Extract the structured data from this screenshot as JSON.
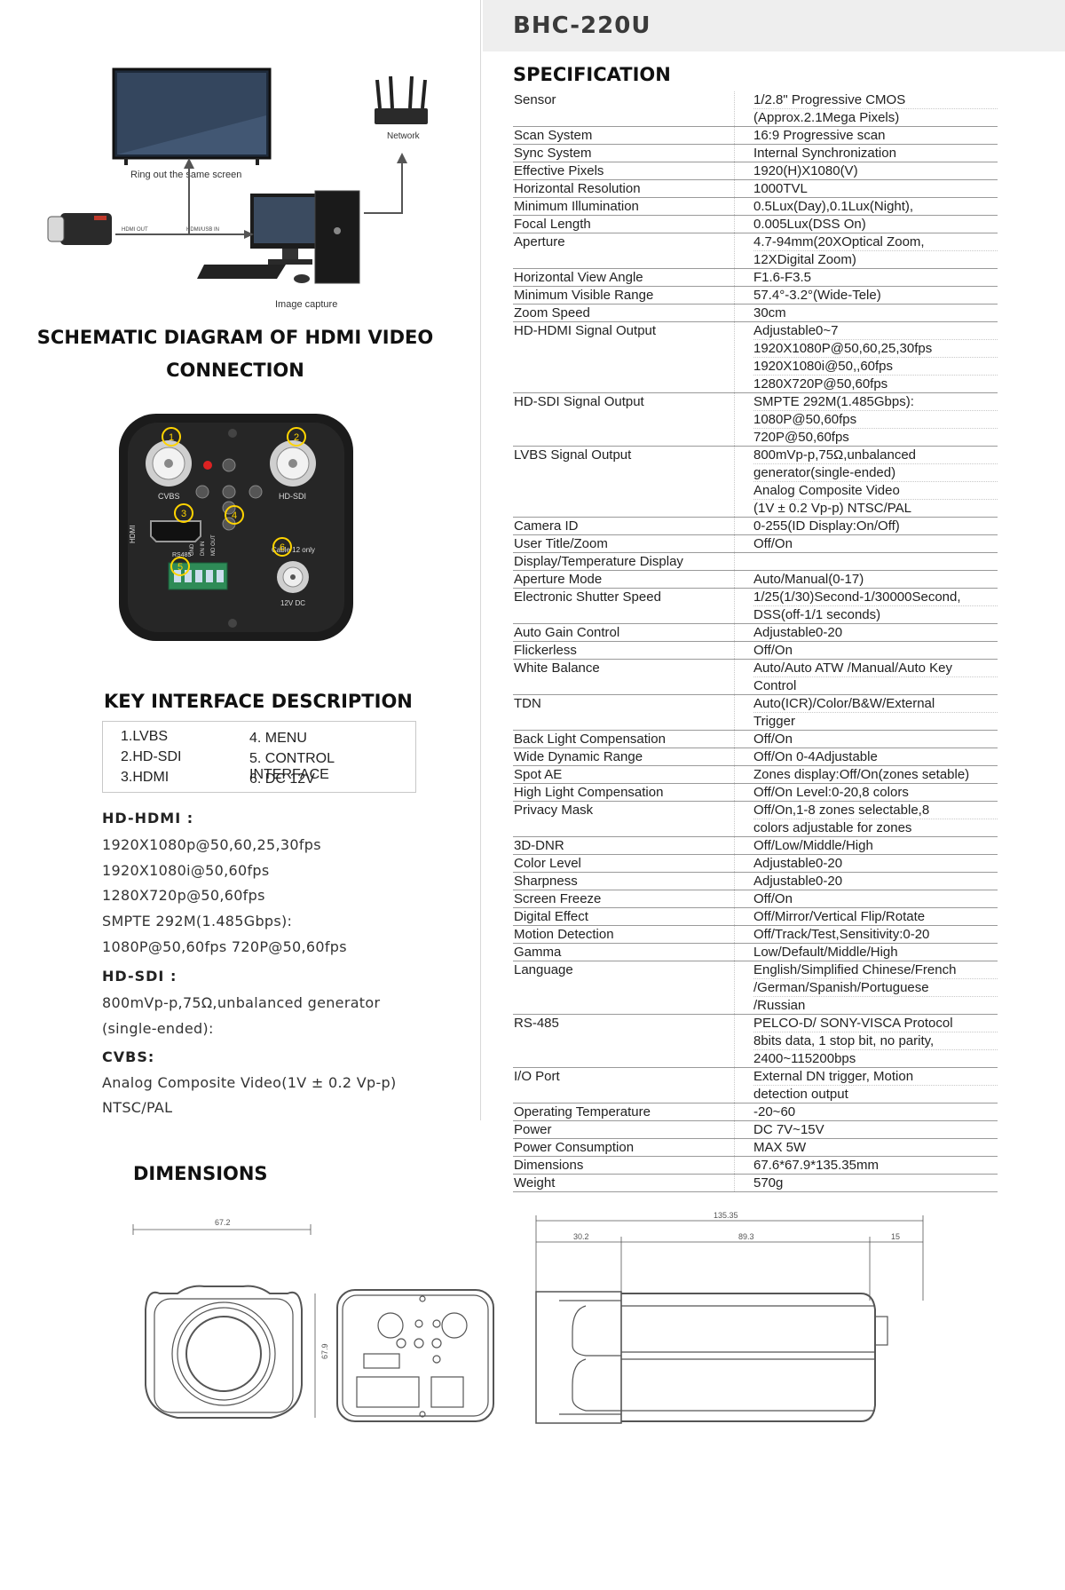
{
  "header": {
    "model": "BHC-220U",
    "spec_title": "SPECIFICATION"
  },
  "schematic": {
    "title_line1": "SCHEMATIC DIAGRAM OF HDMI VIDEO",
    "title_line2": "CONNECTION",
    "label_screen": "Ring out the same screen",
    "label_network": "Network",
    "label_capture": "Image capture",
    "label_hdmi_out": "HDMI OUT",
    "label_hdmi_in": "HDMI/USB IN"
  },
  "rear_panel": {
    "cvbs": "CVBS",
    "hdsdi": "HD-SDI",
    "hdmi": "HDMI",
    "rs485": "RS485",
    "pins": [
      "GND",
      "DN IN",
      "MD OUT"
    ],
    "dc_label": "12V DC",
    "dc_only": "Cable 12 only",
    "callouts": [
      "1",
      "2",
      "3",
      "4",
      "5",
      "6"
    ]
  },
  "key_interface": {
    "title": "KEY INTERFACE DESCRIPTION",
    "left": [
      "1.LVBS",
      "2.HD-SDI",
      "3.HDMI"
    ],
    "right": [
      "4. MENU",
      "5. CONTROL INTERFACE",
      "6. DC 12V"
    ]
  },
  "descriptions": [
    {
      "head": "HD-HDMI :",
      "lines": [
        "1920X1080p@50,60,25,30fps",
        "1920X1080i@50,60fps",
        "1280X720p@50,60fps",
        "SMPTE 292M(1.485Gbps):",
        "1080P@50,60fps 720P@50,60fps"
      ]
    },
    {
      "head": "HD-SDI :",
      "lines": [
        "800mVp-p,75Ω,unbalanced generator",
        "(single-ended):"
      ]
    },
    {
      "head": "CVBS:",
      "lines": [
        "Analog Composite Video(1V ± 0.2 Vp-p)",
        "NTSC/PAL"
      ]
    }
  ],
  "dimensions": {
    "title": "DIMENSIONS",
    "front_width": "67.2",
    "height": "67.9",
    "total_length": "135.35",
    "seg1": "30.2",
    "seg2": "89.3",
    "seg3": "15"
  },
  "specs": [
    {
      "k": "Sensor",
      "v": [
        "1/2.8\" Progressive CMOS",
        "(Approx.2.1Mega Pixels)"
      ]
    },
    {
      "k": "Scan System",
      "v": [
        "16:9 Progressive scan"
      ]
    },
    {
      "k": "Sync System",
      "v": [
        "Internal Synchronization"
      ]
    },
    {
      "k": "Effective Pixels",
      "v": [
        "1920(H)X1080(V)"
      ]
    },
    {
      "k": "Horizontal Resolution",
      "v": [
        "1000TVL"
      ]
    },
    {
      "k": "Minimum Illumination",
      "v": [
        "0.5Lux(Day),0.1Lux(Night),"
      ]
    },
    {
      "k": "Focal Length",
      "v": [
        "0.005Lux(DSS On)"
      ]
    },
    {
      "k": "Aperture",
      "v": [
        "4.7-94mm(20XOptical Zoom,",
        "12XDigital Zoom)"
      ]
    },
    {
      "k": "Horizontal View Angle",
      "v": [
        "F1.6-F3.5"
      ]
    },
    {
      "k": "Minimum Visible Range",
      "v": [
        "57.4°-3.2°(Wide-Tele)"
      ]
    },
    {
      "k": "Zoom Speed",
      "v": [
        "30cm"
      ]
    },
    {
      "k": "HD-HDMI Signal Output",
      "v": [
        "Adjustable0~7",
        "1920X1080P@50,60,25,30fps",
        "1920X1080i@50,,60fps",
        "1280X720P@50,60fps"
      ]
    },
    {
      "k": "HD-SDI Signal Output",
      "v": [
        "SMPTE 292M(1.485Gbps):",
        "1080P@50,60fps",
        "720P@50,60fps"
      ]
    },
    {
      "k": "LVBS Signal Output",
      "v": [
        "800mVp-p,75Ω,unbalanced",
        "generator(single-ended)",
        "Analog Composite Video",
        "(1V ± 0.2 Vp-p) NTSC/PAL"
      ]
    },
    {
      "k": "Camera ID",
      "v": [
        "0-255(ID Display:On/Off)"
      ]
    },
    {
      "k": "User Title/Zoom",
      "v": [
        "Off/On"
      ]
    },
    {
      "k": "Display/Temperature Display",
      "v": [
        ""
      ]
    },
    {
      "k": "Aperture Mode",
      "v": [
        "Auto/Manual(0-17)"
      ]
    },
    {
      "k": "Electronic Shutter Speed",
      "v": [
        "1/25(1/30)Second-1/30000Second,",
        "DSS(off-1/1 seconds)"
      ]
    },
    {
      "k": "Auto Gain Control",
      "v": [
        "Adjustable0-20"
      ]
    },
    {
      "k": "Flickerless",
      "v": [
        "Off/On"
      ]
    },
    {
      "k": "White Balance",
      "v": [
        "Auto/Auto ATW /Manual/Auto Key",
        "Control"
      ]
    },
    {
      "k": "TDN",
      "v": [
        "Auto(ICR)/Color/B&W/External",
        "Trigger"
      ]
    },
    {
      "k": "Back Light Compensation",
      "v": [
        "Off/On"
      ]
    },
    {
      "k": "Wide Dynamic Range",
      "v": [
        "Off/On 0-4Adjustable"
      ]
    },
    {
      "k": "Spot AE",
      "v": [
        "Zones display:Off/On(zones setable)"
      ]
    },
    {
      "k": "High Light Compensation",
      "v": [
        "Off/On Level:0-20,8 colors"
      ]
    },
    {
      "k": "Privacy Mask",
      "v": [
        "Off/On,1-8 zones selectable,8",
        "colors adjustable for zones"
      ]
    },
    {
      "k": "3D-DNR",
      "v": [
        "Off/Low/Middle/High"
      ]
    },
    {
      "k": "Color Level",
      "v": [
        "Adjustable0-20"
      ]
    },
    {
      "k": "Sharpness",
      "v": [
        "Adjustable0-20"
      ]
    },
    {
      "k": "Screen Freeze",
      "v": [
        "Off/On"
      ]
    },
    {
      "k": "Digital Effect",
      "v": [
        "Off/Mirror/Vertical Flip/Rotate"
      ]
    },
    {
      "k": "Motion Detection",
      "v": [
        "Off/Track/Test,Sensitivity:0-20"
      ]
    },
    {
      "k": "Gamma",
      "v": [
        "Low/Default/Middle/High"
      ]
    },
    {
      "k": "Language",
      "v": [
        "English/Simplified Chinese/French",
        "/German/Spanish/Portuguese",
        "/Russian"
      ]
    },
    {
      "k": "RS-485",
      "v": [
        "PELCO-D/ SONY-VISCA Protocol",
        "8bits data, 1 stop bit, no parity,",
        "2400~115200bps"
      ]
    },
    {
      "k": "I/O Port",
      "v": [
        "External DN trigger, Motion",
        "detection output"
      ]
    },
    {
      "k": "Operating Temperature",
      "v": [
        "-20~60"
      ]
    },
    {
      "k": "Power",
      "v": [
        "DC 7V~15V"
      ]
    },
    {
      "k": "Power Consumption",
      "v": [
        "MAX 5W"
      ]
    },
    {
      "k": "Dimensions",
      "v": [
        "67.6*67.9*135.35mm"
      ]
    },
    {
      "k": "Weight",
      "v": [
        "570g"
      ]
    }
  ]
}
